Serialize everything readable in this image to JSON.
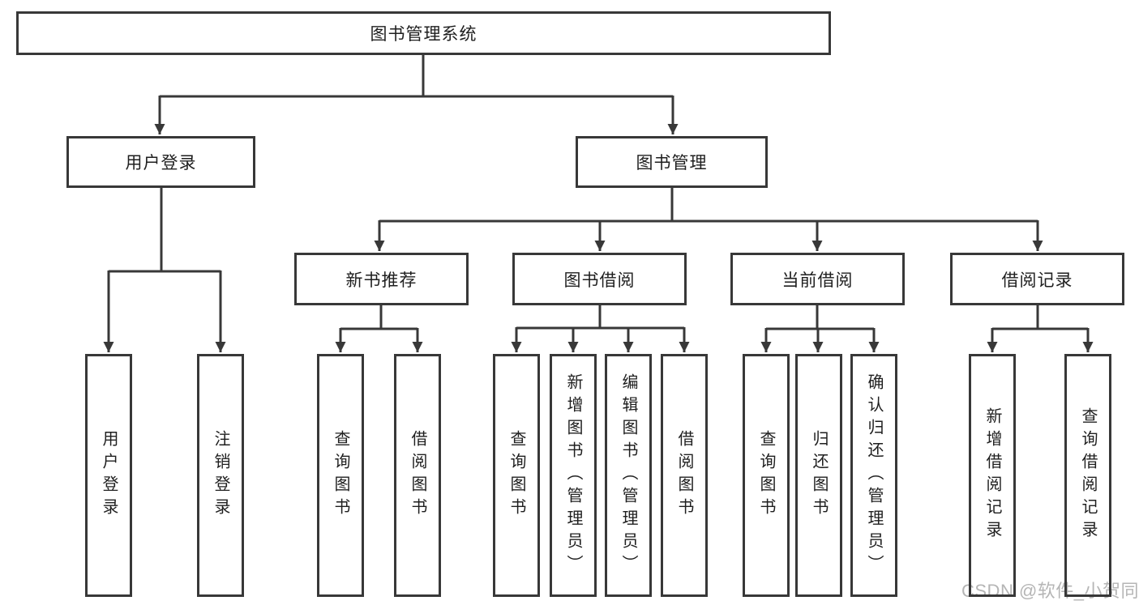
{
  "tree": {
    "label": "图书管理系统",
    "children": [
      {
        "label": "用户登录",
        "children": [
          {
            "label": "用户登录"
          },
          {
            "label": "注销登录"
          }
        ]
      },
      {
        "label": "图书管理",
        "children": [
          {
            "label": "新书推荐",
            "children": [
              {
                "label": "查询图书"
              },
              {
                "label": "借阅图书"
              }
            ]
          },
          {
            "label": "图书借阅",
            "children": [
              {
                "label": "查询图书"
              },
              {
                "label": "新增图书（管理员）"
              },
              {
                "label": "编辑图书（管理员）"
              },
              {
                "label": "借阅图书"
              }
            ]
          },
          {
            "label": "当前借阅",
            "children": [
              {
                "label": "查询图书"
              },
              {
                "label": "归还图书"
              },
              {
                "label": "确认归还（管理员）"
              }
            ]
          },
          {
            "label": "借阅记录",
            "children": [
              {
                "label": "新增借阅记录"
              },
              {
                "label": "查询借阅记录"
              }
            ]
          }
        ]
      }
    ]
  },
  "watermark": {
    "text": "CSDN @软件_小贺同学"
  },
  "colors": {
    "line": "#383838",
    "text": "#1f1f1f",
    "box_background": "#ffffff",
    "watermark": "#b5b5b5"
  }
}
